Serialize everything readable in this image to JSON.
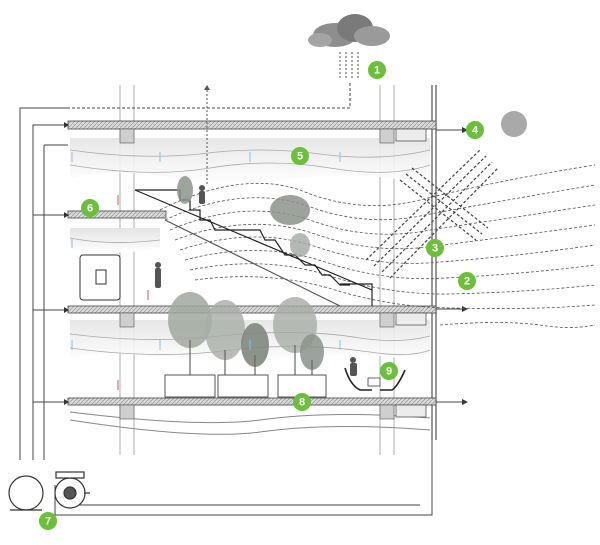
{
  "colors": {
    "marker": "#6bbf3a",
    "line": "#333333",
    "slab": "#555555",
    "cool_air": "#7ec4ea",
    "warm_air": "#d2545a",
    "sun": "#a9a9a9",
    "foliage": "#9aa39a"
  },
  "markers": [
    {
      "id": "1",
      "label": "1"
    },
    {
      "id": "2",
      "label": "2"
    },
    {
      "id": "3",
      "label": "3"
    },
    {
      "id": "4",
      "label": "4"
    },
    {
      "id": "5",
      "label": "5"
    },
    {
      "id": "6",
      "label": "6"
    },
    {
      "id": "7",
      "label": "7"
    },
    {
      "id": "8",
      "label": "8"
    },
    {
      "id": "9",
      "label": "9"
    }
  ],
  "icons": [
    "rain-cloud-icon",
    "sun-icon",
    "boiler-tank-icon",
    "pump-icon",
    "tree-icon",
    "person-icon",
    "chair-icon"
  ]
}
